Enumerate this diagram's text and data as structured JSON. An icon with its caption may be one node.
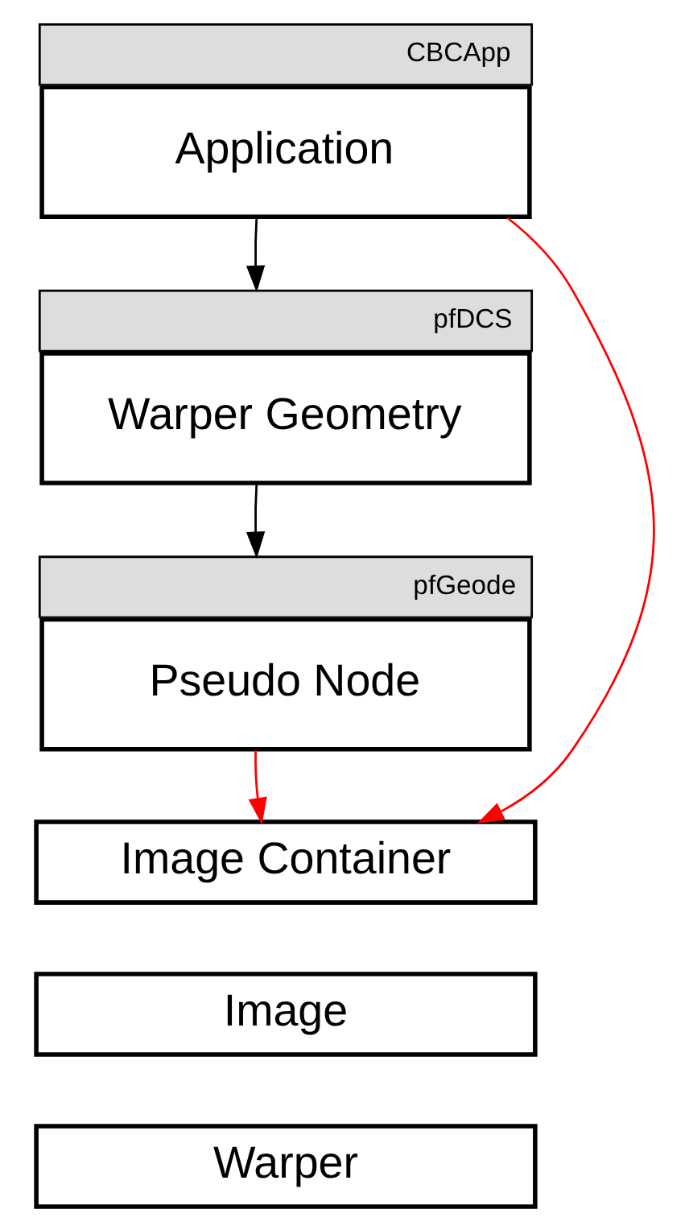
{
  "diagram": {
    "nodes": [
      {
        "text": [
          "CBCApp",
          "Application"
        ]
      },
      {
        "text": [
          "pfDCS",
          "Warper Geometry"
        ]
      },
      {
        "text": [
          "pfGeode",
          "Pseudo Node"
        ]
      },
      {
        "text": [
          "Image Container"
        ]
      },
      {
        "text": [
          "Image"
        ]
      },
      {
        "text": [
          "Warper"
        ]
      }
    ],
    "edges": [
      {
        "from": 0,
        "to": 1,
        "arrow": "to"
      },
      {
        "from": 1,
        "to": 2,
        "arrow": "to"
      },
      {
        "from": 0,
        "to": 3,
        "arrow": "to",
        "color": "#ff0000"
      },
      {
        "from": 2,
        "to": 3,
        "arrow": "to",
        "color": "#ff0000"
      }
    ]
  }
}
